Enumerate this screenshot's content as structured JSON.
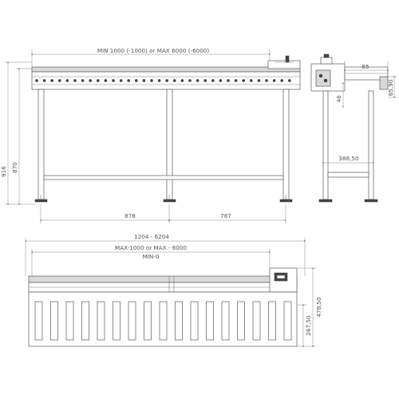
{
  "front_view": {
    "length_range": "MIN 1000 (-1000)  or  MAX 6000 (-6000)",
    "height_total": "916",
    "height_frame": "870",
    "dim_left_span": "878",
    "dim_right_span": "787"
  },
  "side_view": {
    "width_top": "65",
    "height_85": "85,90",
    "height_46": "46",
    "width_bottom": "388,50"
  },
  "top_view": {
    "overall_length": "1204 - 6204",
    "conveyor_length": "MAX-1000 or MAX - 6000",
    "min_label": "MIN-0",
    "depth_total": "478,50",
    "depth_partial": "267,50"
  }
}
